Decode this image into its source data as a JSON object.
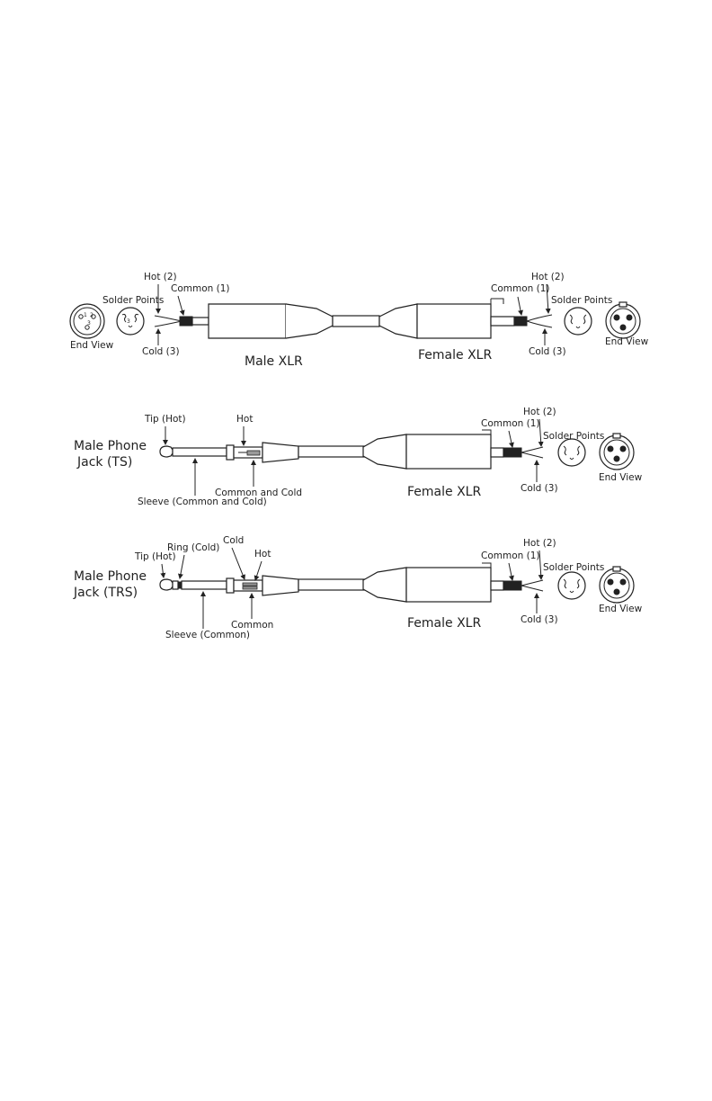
{
  "diagrams": [
    {
      "id": "xlr-to-xlr",
      "left_end": {
        "end_view_label": "End View",
        "solder_label": "Solder Points",
        "hot_label": "Hot (2)",
        "common_label": "Common (1)",
        "cold_label": "Cold (3)",
        "connector_label": "Male XLR"
      },
      "right_end": {
        "end_view_label": "End View",
        "solder_label": "Solder Points",
        "hot_label": "Hot (2)",
        "common_label": "Common (1)",
        "cold_label": "Cold (3)",
        "connector_label": "Female XLR"
      }
    },
    {
      "id": "ts-to-xlr",
      "jack_label": "Male Phone\nJack (TS)",
      "jack_line1": "Male Phone",
      "jack_line2": "Jack (TS)",
      "tip_label": "Tip (Hot)",
      "hot_label": "Hot",
      "common_cold_label": "Common and Cold",
      "sleeve_label": "Sleeve (Common and Cold)",
      "connector_label": "Female XLR",
      "common_label": "Common (1)",
      "xlr_hot_label": "Hot (2)",
      "solder_label": "Solder Points",
      "cold_label": "Cold (3)",
      "end_view_label": "End View"
    },
    {
      "id": "trs-to-xlr",
      "jack_line1": "Male Phone",
      "jack_line2": "Jack (TRS)",
      "tip_label": "Tip (Hot)",
      "ring_label": "Ring (Cold)",
      "cold_label_jack": "Cold",
      "hot_label": "Hot",
      "common_label_jack": "Common",
      "sleeve_label": "Sleeve (Common)",
      "connector_label": "Female XLR",
      "common_label": "Common (1)",
      "xlr_hot_label": "Hot (2)",
      "solder_label": "Solder Points",
      "cold_label": "Cold (3)",
      "end_view_label": "End View"
    }
  ],
  "pin_numbers": [
    "1",
    "2",
    "3"
  ]
}
